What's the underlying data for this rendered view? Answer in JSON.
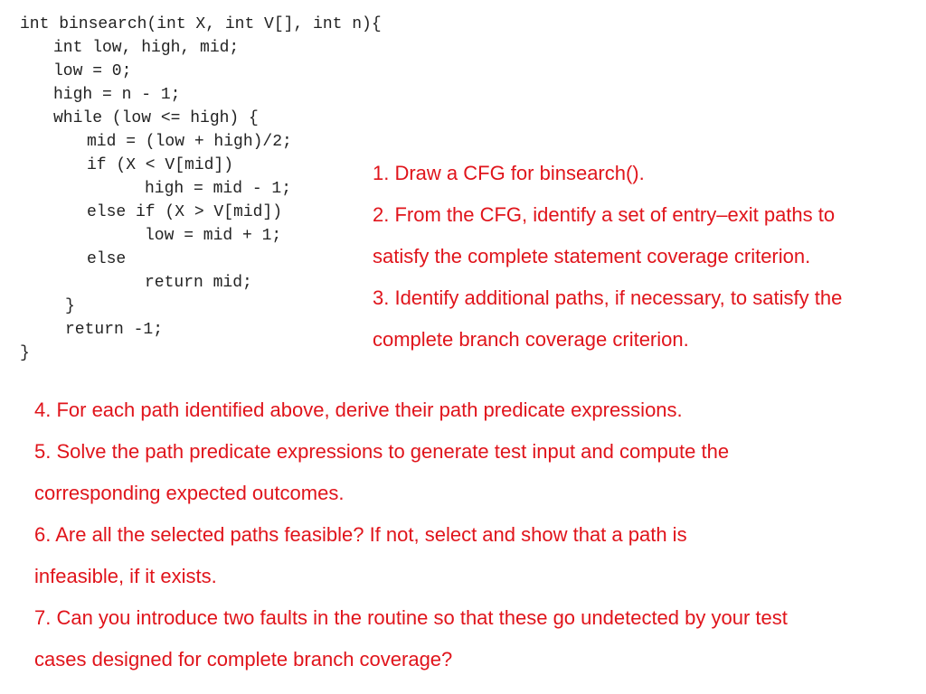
{
  "code": {
    "lines": [
      "int binsearch(int X, int V[], int n){",
      "int low, high, mid;",
      "low = 0;",
      "high = n - 1;",
      "while (low <= high) {",
      "mid = (low + high)/2;",
      "if (X < V[mid])",
      "high = mid - 1;",
      "else if (X > V[mid])",
      "low = mid + 1;",
      "else",
      "return mid;",
      "}",
      "return -1;",
      "}"
    ]
  },
  "questions": {
    "right": [
      "1. Draw a CFG for binsearch().",
      "2. From the CFG, identify a set of entry–exit paths to",
      "satisfy the complete statement coverage criterion.",
      "3. Identify additional paths, if necessary, to satisfy the",
      "complete branch coverage criterion."
    ],
    "bottom": [
      "4. For each path identified above, derive their path predicate expressions.",
      "5. Solve the path predicate expressions to generate test input and compute the",
      "corresponding expected outcomes.",
      "6. Are all the selected paths feasible? If not, select and show that a path is",
      "infeasible, if it exists.",
      "7. Can you introduce two faults in the routine so that these go undetected by your test",
      "cases designed for complete branch coverage?"
    ]
  },
  "colors": {
    "question_text": "#e0141b",
    "code_text": "#222222"
  }
}
